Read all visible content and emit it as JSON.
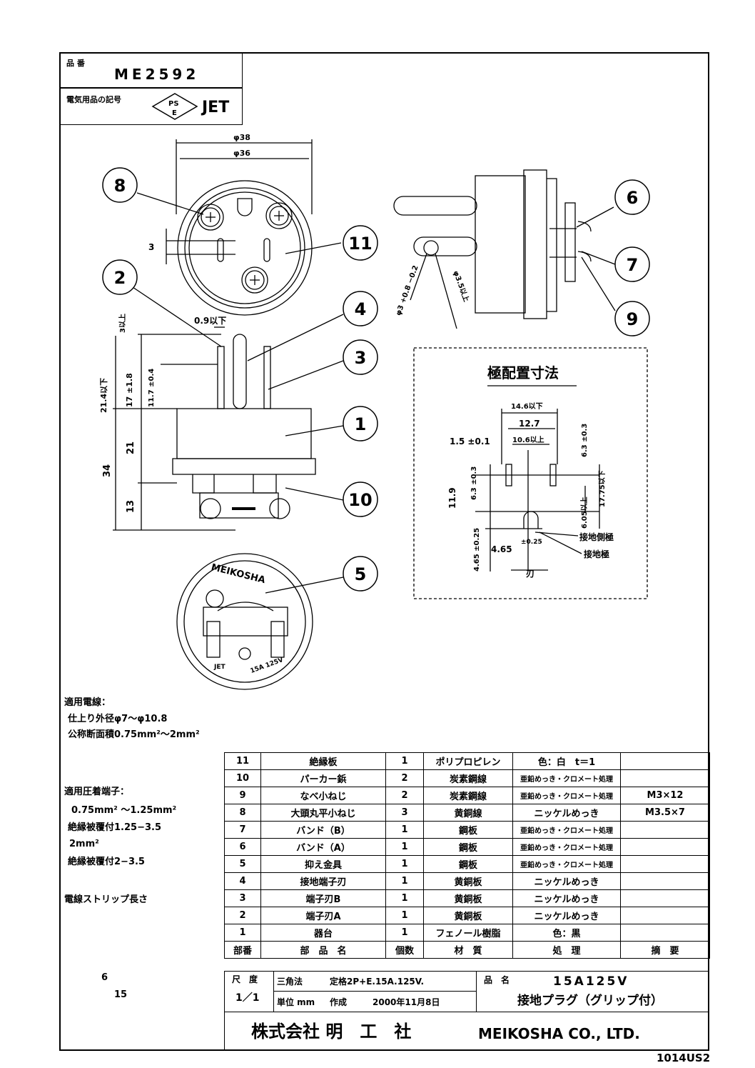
{
  "header": {
    "part_number_label": "品 番",
    "part_number": "ME2592",
    "mark_label": "電気用品の記号",
    "pse_mark": "PS E",
    "jet_mark": "JET"
  },
  "dims_front": {
    "d38": "φ38",
    "d36": "φ36",
    "d3": "3"
  },
  "dims_side": {
    "h_max": "21.4以下",
    "h17": "17 ±1.8",
    "h11_7": "11.7 ±0.4",
    "h3": "3以上",
    "w09": "0.9以下",
    "h21": "21",
    "h34": "34",
    "h13": "13"
  },
  "dims_right": {
    "d3": "φ3 +0.8 −0.2",
    "d35": "φ3.5以上"
  },
  "callouts": [
    "8",
    "11",
    "2",
    "4",
    "3",
    "1",
    "10",
    "5",
    "6",
    "7",
    "9"
  ],
  "pole_config": {
    "title": "極配置寸法",
    "d146": "14.6以下",
    "d127": "12.7",
    "d106": "10.6以上",
    "d15": "1.5 ±0.1",
    "d63": "6.3 ±0.3",
    "d63b": "6.3 ±0.3",
    "d119": "11.9",
    "d1775": "17.75以下",
    "d605": "6.05以上",
    "d465a": "4.65 ±0.25",
    "d465b": "4.65",
    "d465c": "±0.25",
    "ground_side": "接地側極",
    "ground_pole": "接地極",
    "blade": "刃"
  },
  "bottom_view": {
    "brand": "MEIKOSHA",
    "jet": "JET",
    "rating": "15A 125V"
  },
  "cable_notes": {
    "title": "適用電線：",
    "line1": "仕上り外径φ7〜φ10.8",
    "line2": "公称断面積0.75mm²〜2mm²"
  },
  "terminal_notes": {
    "title": "適用圧着端子：",
    "line1": "0.75mm² 〜1.25mm²",
    "line2": "絶縁被覆付1.25−3.5",
    "line3": "2mm²",
    "line4": "絶縁被覆付2−3.5"
  },
  "strip": {
    "title": "電線ストリップ長さ",
    "d6": "6",
    "d15": "15"
  },
  "parts": [
    {
      "no": "11",
      "name": "絶縁板",
      "qty": "1",
      "material": "ポリプロピレン",
      "treatment": "色：白　t＝1",
      "remarks": ""
    },
    {
      "no": "10",
      "name": "パーカー鋲",
      "qty": "2",
      "material": "炭素鋼線",
      "treatment": "亜鉛めっき・クロメート処理",
      "remarks": ""
    },
    {
      "no": "9",
      "name": "なべ小ねじ",
      "qty": "2",
      "material": "炭素鋼線",
      "treatment": "亜鉛めっき・クロメート処理",
      "remarks": "M3×12"
    },
    {
      "no": "8",
      "name": "大頭丸平小ねじ",
      "qty": "3",
      "material": "黄銅線",
      "treatment": "ニッケルめっき",
      "remarks": "M3.5×7"
    },
    {
      "no": "7",
      "name": "バンド（B）",
      "qty": "1",
      "material": "鋼板",
      "treatment": "亜鉛めっき・クロメート処理",
      "remarks": ""
    },
    {
      "no": "6",
      "name": "バンド（A）",
      "qty": "1",
      "material": "鋼板",
      "treatment": "亜鉛めっき・クロメート処理",
      "remarks": ""
    },
    {
      "no": "5",
      "name": "抑え金具",
      "qty": "1",
      "material": "鋼板",
      "treatment": "亜鉛めっき・クロメート処理",
      "remarks": ""
    },
    {
      "no": "4",
      "name": "接地端子刃",
      "qty": "1",
      "material": "黄銅板",
      "treatment": "ニッケルめっき",
      "remarks": ""
    },
    {
      "no": "3",
      "name": "端子刃B",
      "qty": "1",
      "material": "黄銅板",
      "treatment": "ニッケルめっき",
      "remarks": ""
    },
    {
      "no": "2",
      "name": "端子刃A",
      "qty": "1",
      "material": "黄銅板",
      "treatment": "ニッケルめっき",
      "remarks": ""
    },
    {
      "no": "1",
      "name": "器台",
      "qty": "1",
      "material": "フェノール樹脂",
      "treatment": "色：黒",
      "remarks": ""
    }
  ],
  "parts_header": {
    "no": "部番",
    "name": "部　品　名",
    "qty": "個数",
    "material": "材　質",
    "treatment": "処　理",
    "remarks": "摘　要"
  },
  "title_block": {
    "scale_label": "尺　度",
    "scale": "1／1",
    "projection": "三角法",
    "unit": "単位 mm",
    "rating": "定格2P+E.15A.125V.",
    "made_label": "作成",
    "date": "2000年11月8日",
    "name_label": "品　名",
    "product_rating": "15A125V",
    "product_name": "接地プラグ（グリップ付）",
    "company_jp": "株式会社 明　工　社",
    "company_en": "MEIKOSHA CO., LTD."
  },
  "drawing_number": "1014US2"
}
